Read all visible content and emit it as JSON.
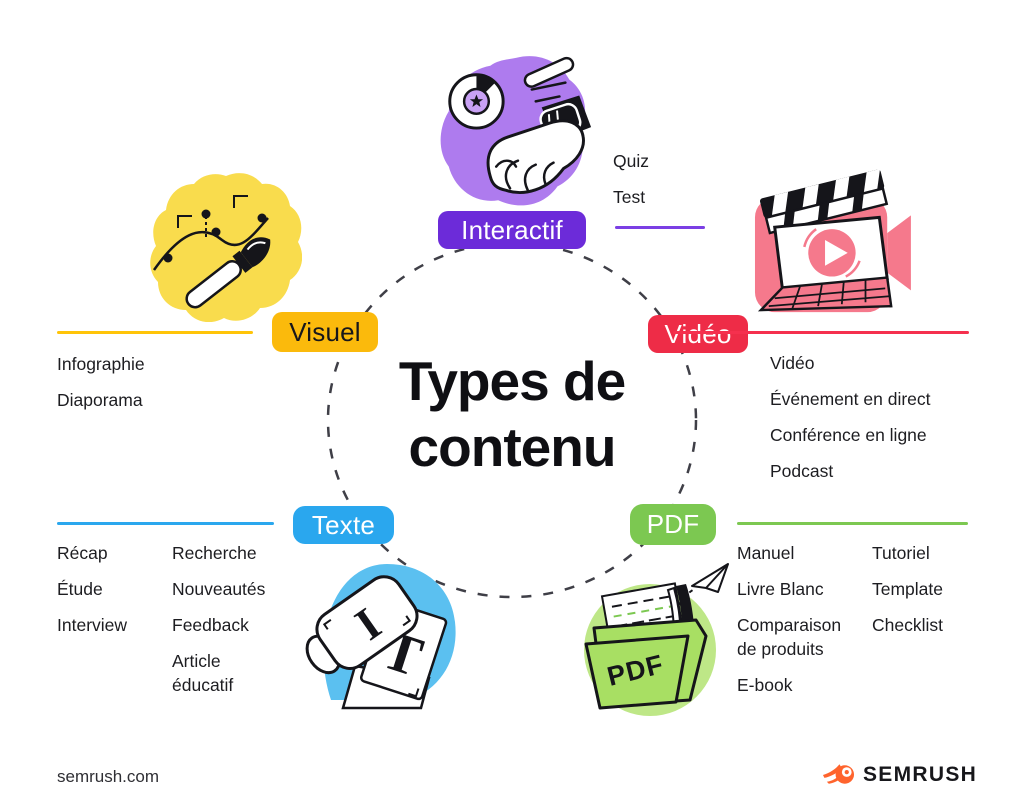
{
  "title": {
    "line1": "Types de",
    "line2": "contenu"
  },
  "categories": {
    "interactif": {
      "label": "Interactif",
      "accent": "#6C2BD9",
      "illustration": "hand-smartwatch",
      "items": [
        "Quiz",
        "Test"
      ]
    },
    "video": {
      "label": "Vidéo",
      "accent": "#EE2C47",
      "illustration": "laptop-clapperboard",
      "items": [
        "Vidéo",
        "Événement en direct",
        "Conférence en ligne",
        "Podcast"
      ]
    },
    "visuel": {
      "label": "Visuel",
      "accent": "#FBBA0C",
      "illustration": "paintbrush-curve",
      "items": [
        "Infographie",
        "Diaporama"
      ]
    },
    "texte": {
      "label": "Texte",
      "accent": "#2AA7EE",
      "illustration": "letter-stamp-blocks",
      "col1": [
        "Récap",
        "Étude",
        "Interview"
      ],
      "col2": [
        "Recherche",
        "Nouveautés",
        "Feedback",
        "Article éducatif"
      ]
    },
    "pdf": {
      "label": "PDF",
      "accent": "#7CC851",
      "illustration": "pdf-folder-paper-plane",
      "folder_label": "PDF",
      "col1": [
        "Manuel",
        "Livre Blanc",
        "Comparaison de produits",
        "E-book"
      ],
      "col2": [
        "Tutoriel",
        "Template",
        "Checklist"
      ]
    }
  },
  "illustration_text": {
    "letter_t": "T",
    "letter_i": "I"
  },
  "footer": {
    "website": "semrush.com",
    "brand": "SEMRUSH",
    "brand_color": "#FF642D"
  }
}
